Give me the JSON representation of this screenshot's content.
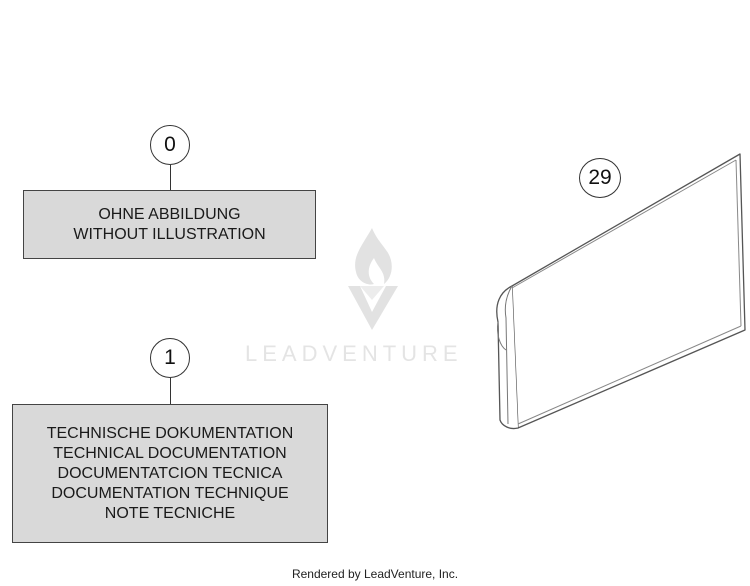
{
  "callouts": [
    {
      "id": "0",
      "label": "0"
    },
    {
      "id": "1",
      "label": "1"
    },
    {
      "id": "29",
      "label": "29"
    }
  ],
  "boxes": {
    "without_illustration": {
      "lines": [
        "OHNE ABBILDUNG",
        "WITHOUT ILLUSTRATION"
      ]
    },
    "technical_documentation": {
      "lines": [
        "TECHNISCHE DOKUMENTATION",
        "TECHNICAL DOCUMENTATION",
        "DOCUMENTATCION TECNICA",
        "DOCUMENTATION TECHNIQUE",
        "NOTE TECNICHE"
      ]
    }
  },
  "watermark": {
    "text": "LEADVENTURE"
  },
  "footer": {
    "text": "Rendered by LeadVenture, Inc."
  },
  "colors": {
    "box_fill": "#d9d9d9",
    "outline": "#333333",
    "watermark": "#e4e4e4"
  }
}
